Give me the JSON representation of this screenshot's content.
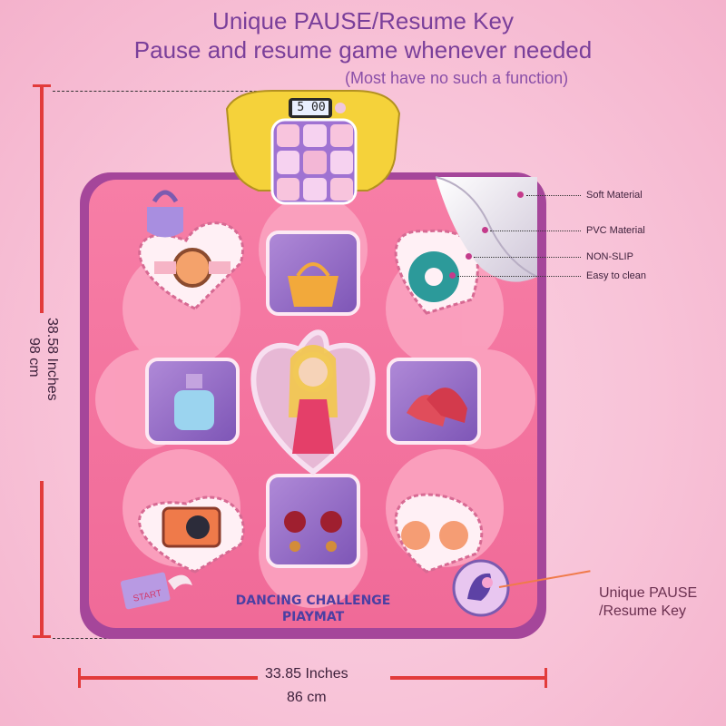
{
  "header": {
    "line1": "Unique PAUSE/Resume Key",
    "line2": "Pause and resume game whenever needed",
    "line3": "(Most have no such a function)"
  },
  "controller": {
    "display": "5 00"
  },
  "dimensions": {
    "height_in": "38.58 Inches",
    "height_cm": "98 cm",
    "width_in": "33.85 Inches",
    "width_cm": "86 cm"
  },
  "annotations": {
    "soft": "Soft Material",
    "pvc": "PVC Material",
    "nonslip": "NON-SLIP",
    "clean": "Easy to clean"
  },
  "pause": {
    "label_line1": "Unique PAUSE",
    "label_line2": "/Resume Key"
  },
  "mat": {
    "title_line1": "DANCING CHALLENGE",
    "title_line2": "PIAYMAT",
    "start": "START"
  }
}
